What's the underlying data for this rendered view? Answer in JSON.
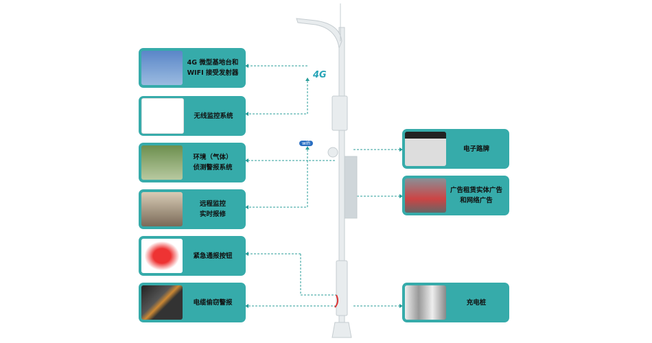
{
  "left_items": [
    {
      "label": "4G 微型基地台和\nWIFI 接受发射器",
      "icon": "cell-tower"
    },
    {
      "label": "无线监控系统",
      "icon": "camera"
    },
    {
      "label": "环境（气体）\n侦测警报系统",
      "icon": "weather-station"
    },
    {
      "label": "远程监控\n实时报修",
      "icon": "control-room"
    },
    {
      "label": "紧急通报按钮",
      "icon": "alarm-light"
    },
    {
      "label": "电缆偷窃警报",
      "icon": "cables"
    }
  ],
  "right_items": [
    {
      "label": "电子路牌",
      "icon": "led-sign"
    },
    {
      "label": "广告租赁实体广告\n和网络广告",
      "icon": "ad-trucks"
    },
    {
      "label": "充电桩",
      "icon": "charging-station"
    }
  ],
  "badges": {
    "lte": "4G",
    "wifi": "wifi"
  },
  "colors": {
    "box": "#36abaa",
    "line": "#2a9d9a"
  }
}
